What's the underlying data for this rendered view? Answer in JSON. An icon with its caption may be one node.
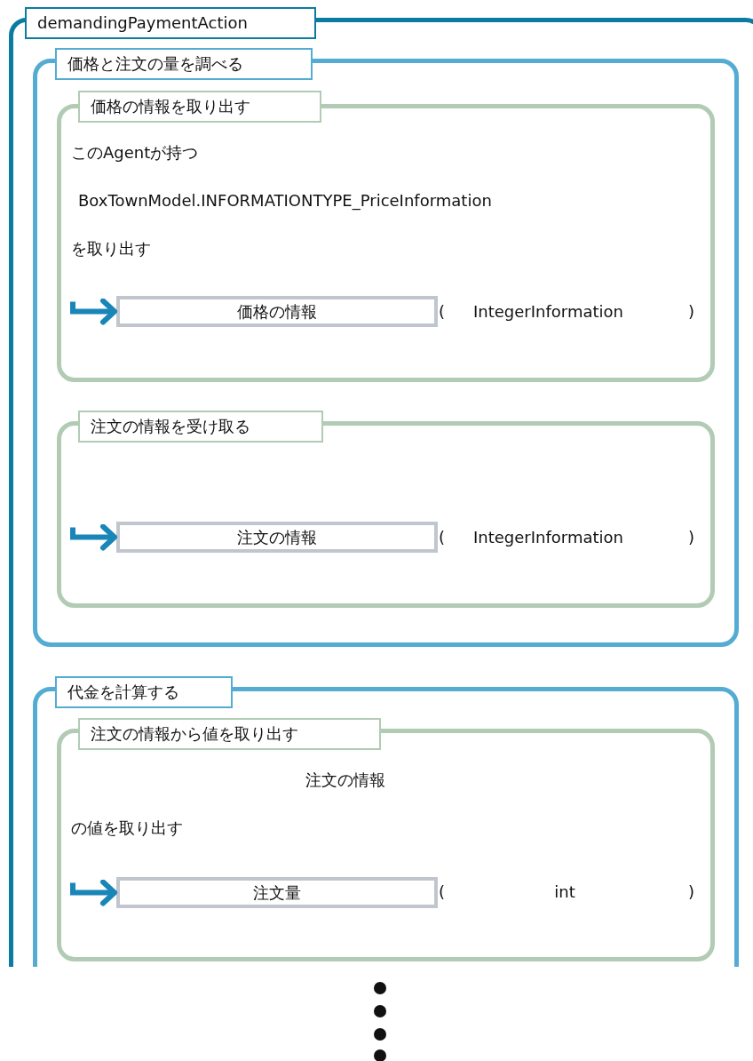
{
  "diagram": {
    "nodes": [
      {
        "text": [
          "demandingPaymentAction"
        ]
      },
      {
        "text": [
          "価格と注文の量を調べる"
        ],
        "in": 0
      },
      {
        "text": [
          "価格の情報を取り出す",
          "このAgentが持つ",
          "BoxTownModel.INFORMATIONTYPE_PriceInformation",
          "を取り出す"
        ],
        "in": 1
      },
      {
        "text": [
          "価格の情報"
        ],
        "in": 2
      },
      {
        "text": [
          "注文の情報を受け取る"
        ],
        "in": 1
      },
      {
        "text": [
          "注文の情報"
        ],
        "in": 4
      },
      {
        "text": [
          "代金を計算する"
        ],
        "in": 0
      },
      {
        "text": [
          "注文の情報から値を取り出す",
          "注文の情報",
          "の値を取り出す"
        ],
        "in": 6
      },
      {
        "text": [
          "注文量"
        ],
        "in": 7
      }
    ],
    "labels": [
      "(",
      "IntegerInformation",
      ")",
      "(",
      "IntegerInformation",
      ")",
      "(",
      "int",
      ")"
    ],
    "edges": [
      {
        "from": null,
        "to": 3,
        "arrow": "to"
      },
      {
        "from": null,
        "to": 5,
        "arrow": "to"
      },
      {
        "from": null,
        "to": 8,
        "arrow": "to"
      }
    ]
  }
}
